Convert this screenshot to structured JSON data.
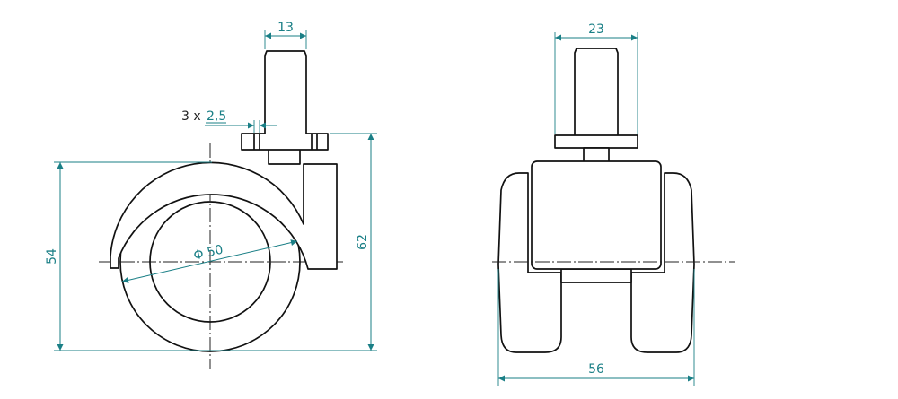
{
  "drawing": {
    "side_view": {
      "stem_width_label": "13",
      "hole_count_label": "3 x",
      "hole_size_label": "2,5",
      "wheel_height_label": "54",
      "total_height_label": "62",
      "wheel_diameter_label": "Φ 50"
    },
    "front_view": {
      "stem_width_label": "23",
      "total_width_label": "56"
    },
    "colors": {
      "outline": "#111111",
      "dimension": "#1a7f86"
    }
  }
}
